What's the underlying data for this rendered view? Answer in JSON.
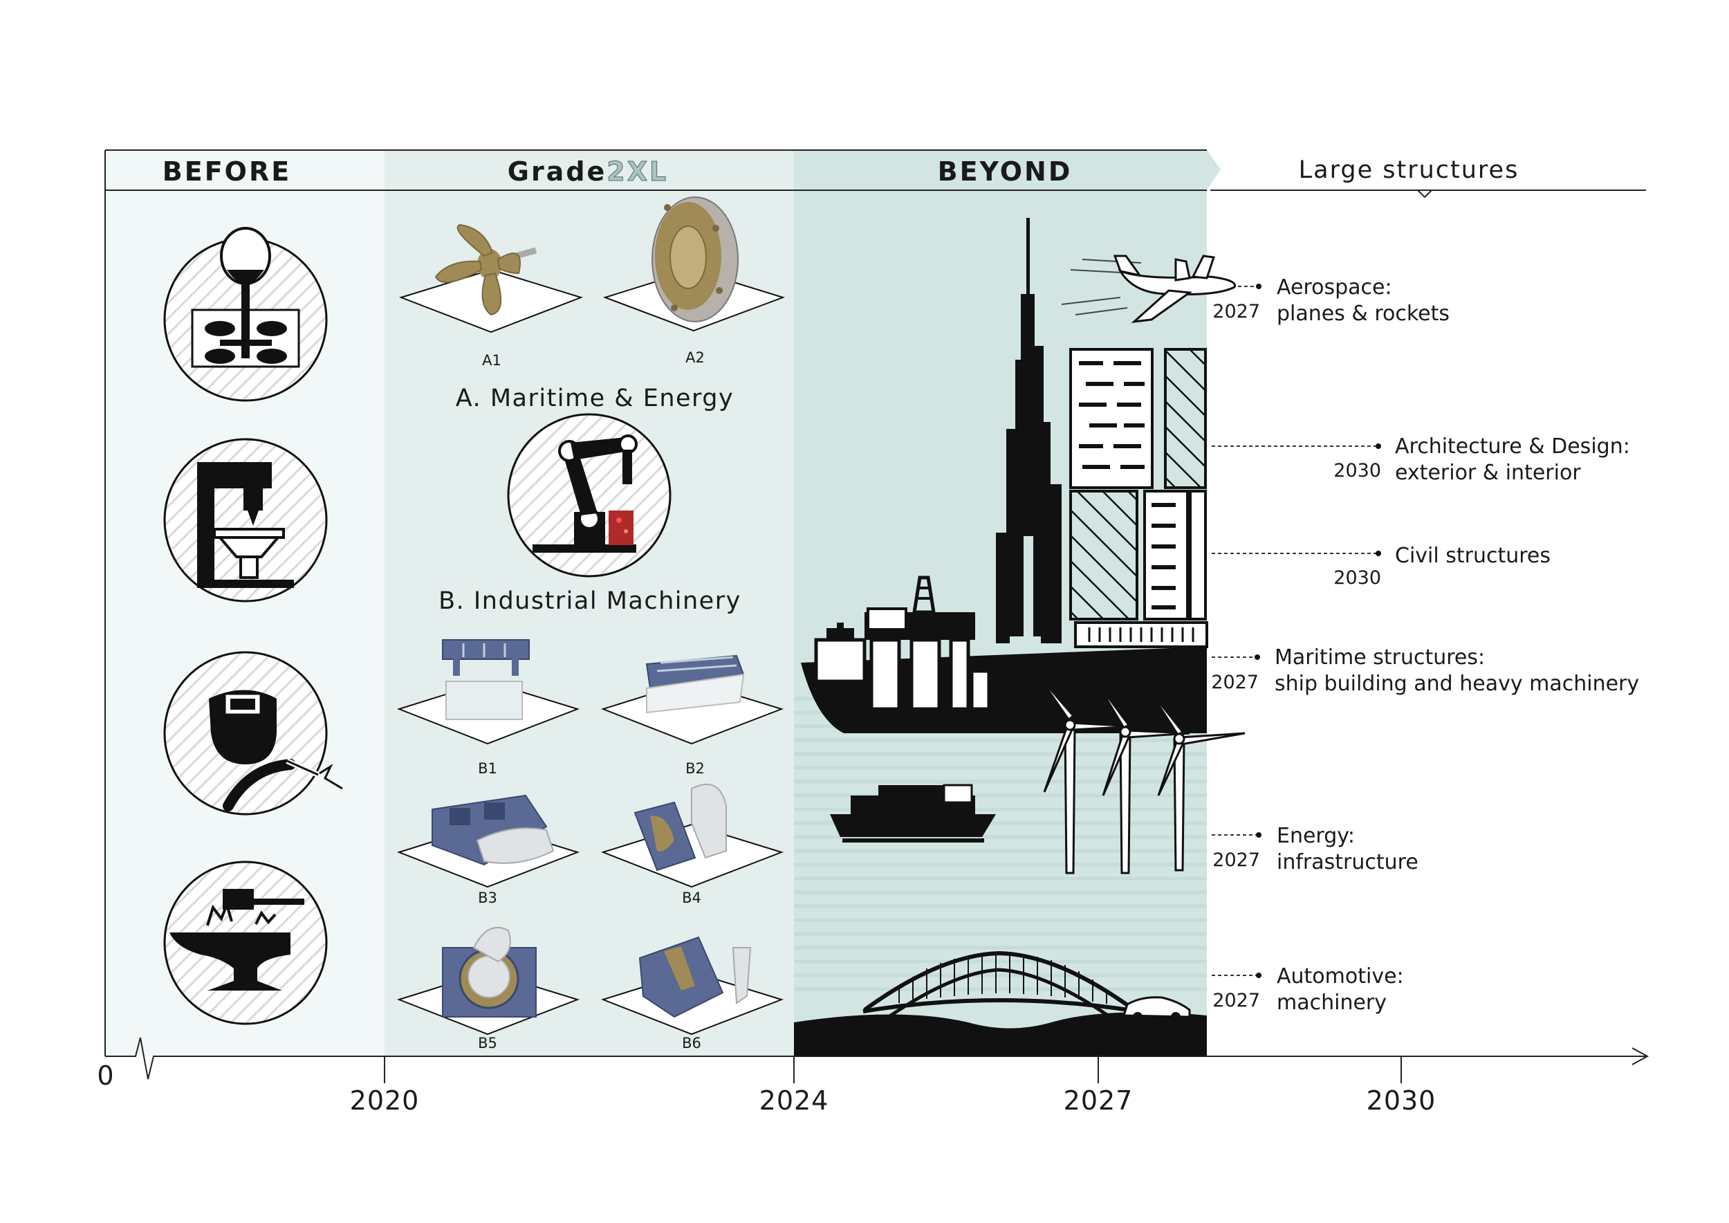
{
  "header": {
    "before": "BEFORE",
    "grade_prefix": "Grade",
    "grade_suffix": "2XL",
    "beyond": "BEYOND",
    "large_structures": "Large structures"
  },
  "sections": {
    "maritime_energy": "A. Maritime & Energy",
    "industrial_machinery": "B. Industrial Machinery"
  },
  "parts": [
    "A1",
    "A2",
    "B1",
    "B2",
    "B3",
    "B4",
    "B5",
    "B6"
  ],
  "axis": {
    "origin": "0",
    "ticks": [
      "2020",
      "2024",
      "2027",
      "2030"
    ]
  },
  "applications": [
    {
      "year": "2027",
      "line1": "Aerospace:",
      "line2": "planes & rockets"
    },
    {
      "year": "2030",
      "line1": "Architecture & Design:",
      "line2": "exterior & interior"
    },
    {
      "year": "2030",
      "line1": "Civil structures",
      "line2": ""
    },
    {
      "year": "2027",
      "line1": "Maritime structures:",
      "line2": "ship building and heavy machinery"
    },
    {
      "year": "2027",
      "line1": "Energy:",
      "line2": "infrastructure"
    },
    {
      "year": "2027",
      "line1": "Automotive:",
      "line2": "machinery"
    }
  ],
  "colors": {
    "before_bg": "#f2f7f7",
    "grade_bg": "#e3eeed",
    "beyond_bg": "#d2e5e3",
    "grade_accent": "#a6c4c4",
    "part_metal": "#5a6a94",
    "part_bronze": "#a08a55",
    "silhouette": "#111111",
    "sea_line": "#c5dcda"
  }
}
